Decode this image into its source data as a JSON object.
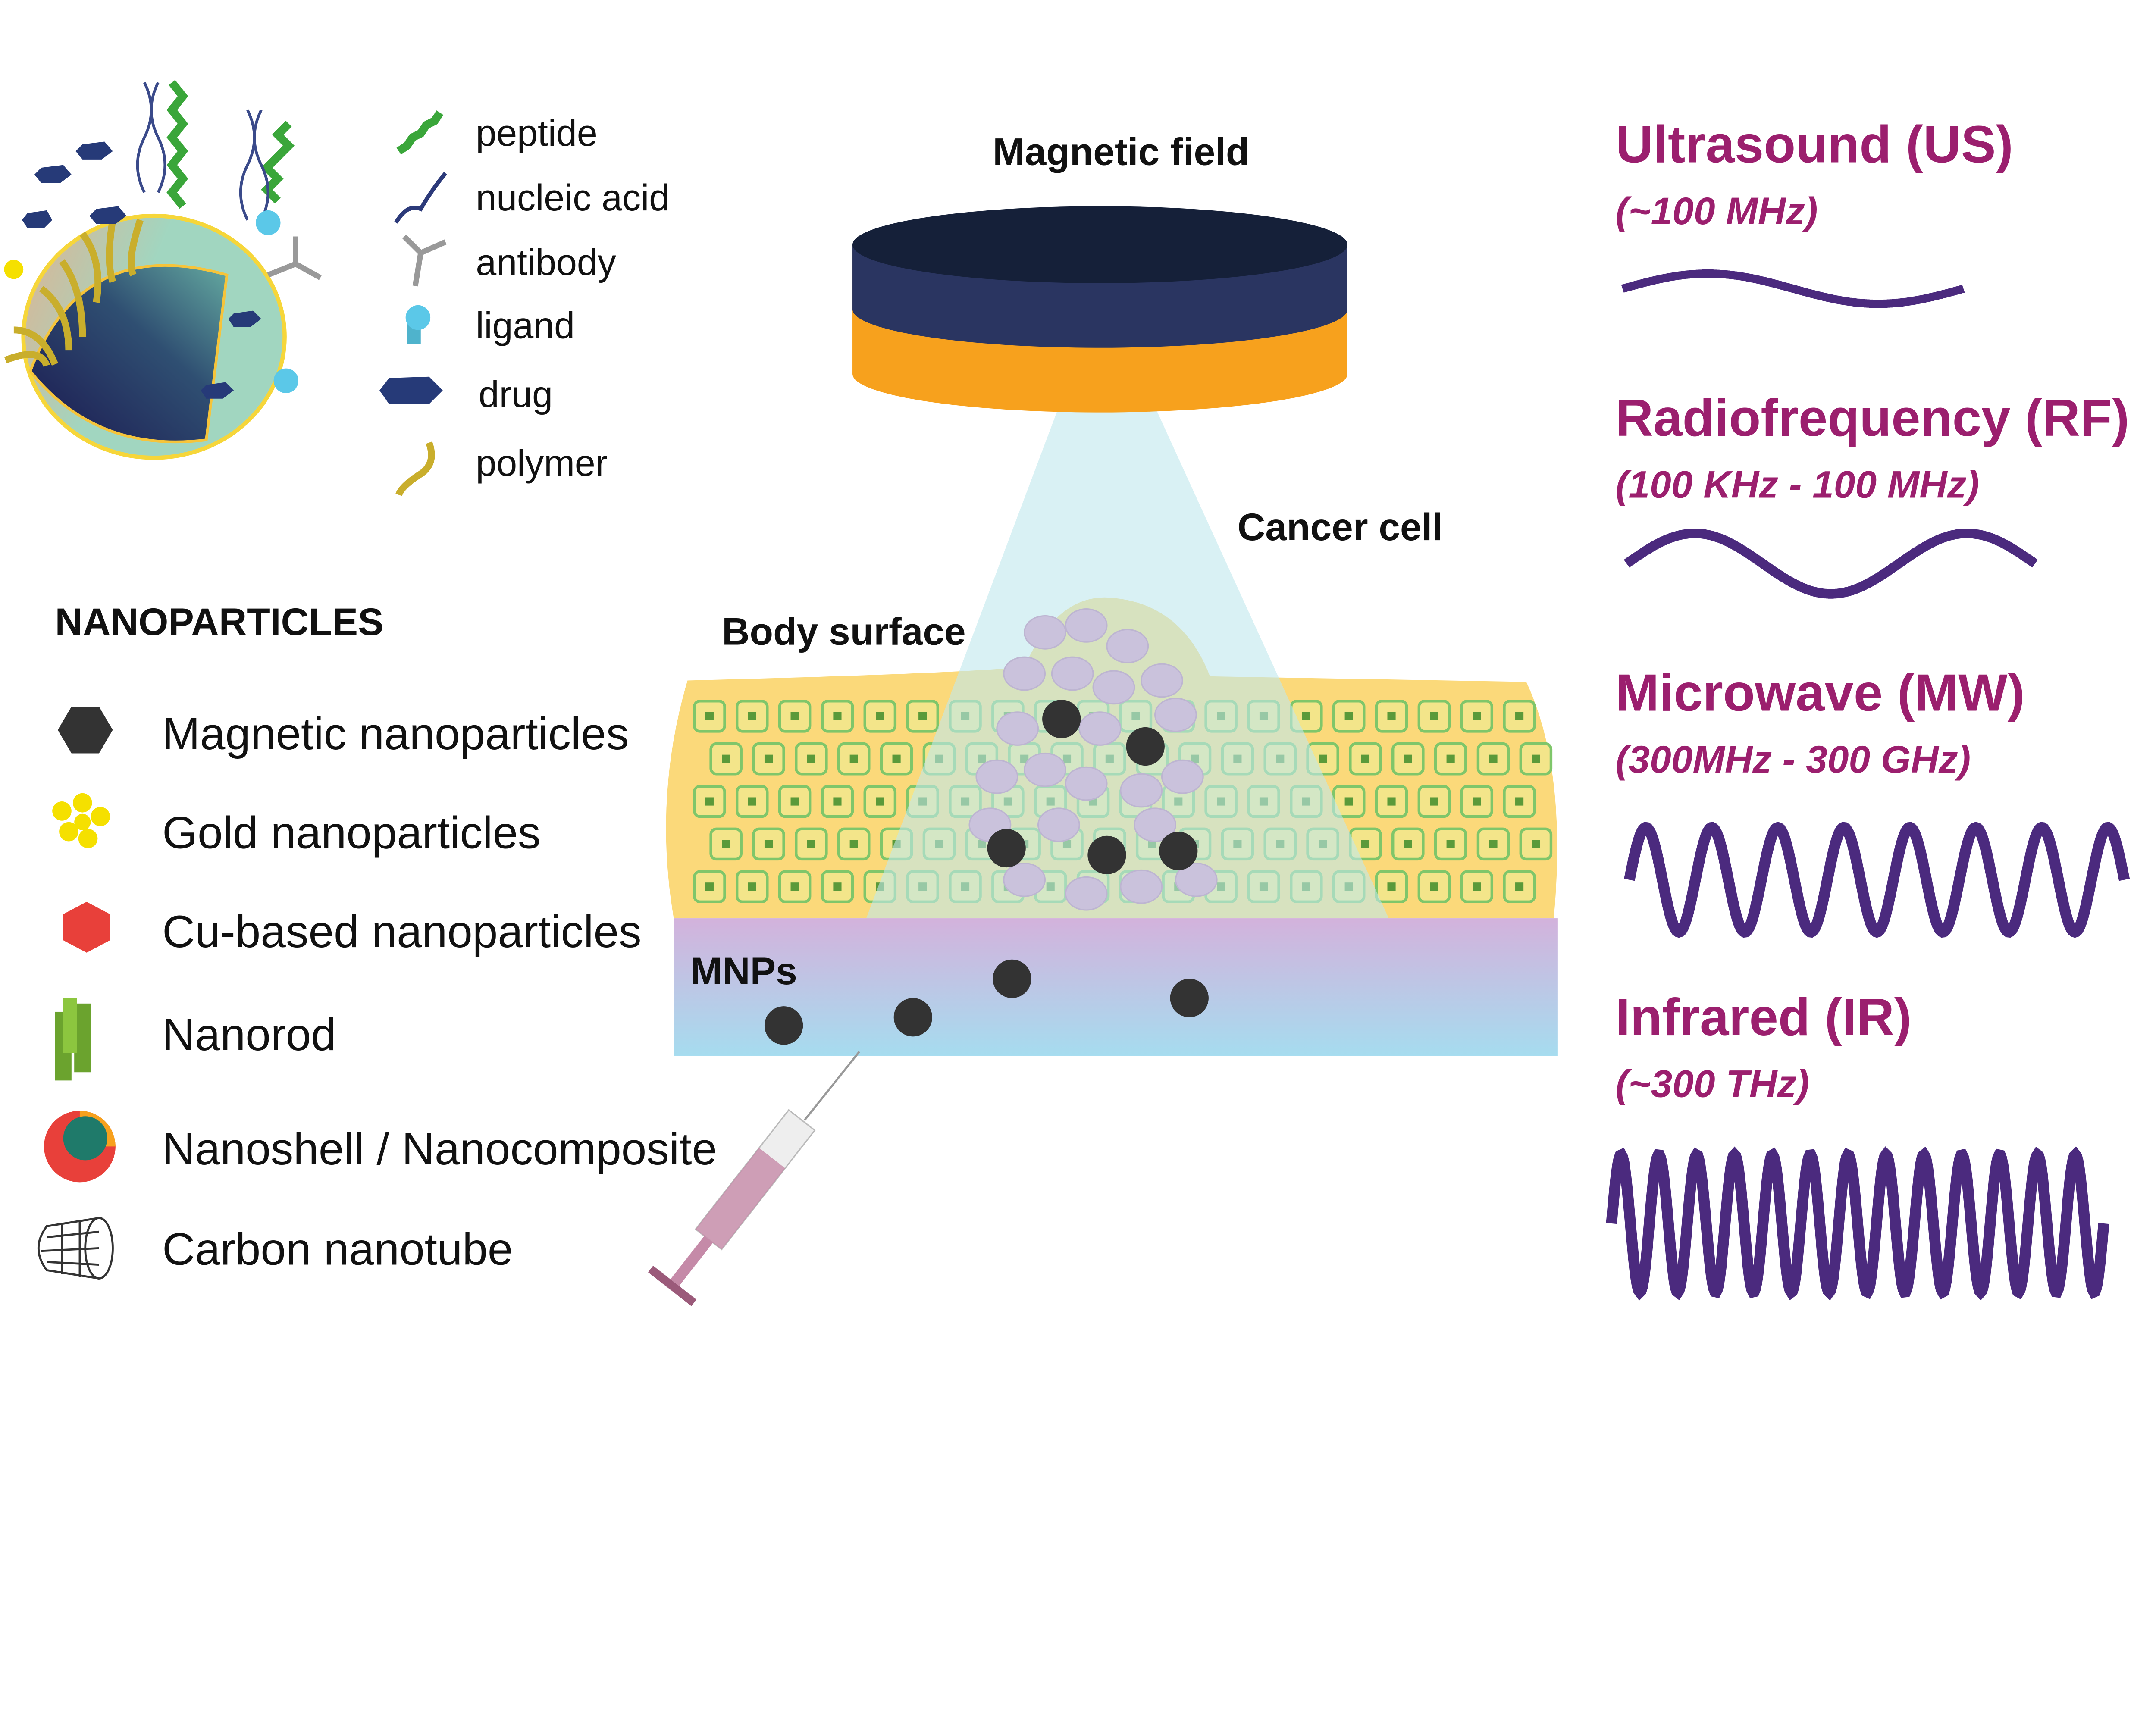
{
  "colors": {
    "wave": "#4b2a7e",
    "wave_title": "#9b1f6e",
    "magnet_top": "#2a3561",
    "magnet_bottom": "#f7a11d",
    "skin": "#fbd97a",
    "mnp_layer_top": "#d3b2dc",
    "mnp_layer_bottom": "#a6dcef",
    "particle": "#333333",
    "beam": "#bfe8ec"
  },
  "functional_legend": [
    "peptide",
    "nucleic acid",
    "antibody",
    "ligand",
    "drug",
    "polymer"
  ],
  "nanoparticles": {
    "heading": "NANOPARTICLES",
    "items": [
      "Magnetic  nanoparticles",
      "Gold nanoparticles",
      "Cu-based nanoparticles",
      "Nanorod",
      "Nanoshell / Nanocomposite",
      "Carbon nanotube"
    ]
  },
  "center": {
    "magnetic_field": "Magnetic field",
    "cancer_cell": "Cancer cell",
    "body_surface": "Body surface",
    "mnps": "MNPs"
  },
  "waves": [
    {
      "title": "Ultrasound (US)",
      "freq": "(~100 MHz)"
    },
    {
      "title": "Radiofrequency (RF)",
      "freq": "(100 KHz - 100 MHz)"
    },
    {
      "title": "Microwave (MW)",
      "freq": "(300MHz - 300 GHz)"
    },
    {
      "title": "Infrared (IR)",
      "freq": "(~300 THz)"
    }
  ]
}
